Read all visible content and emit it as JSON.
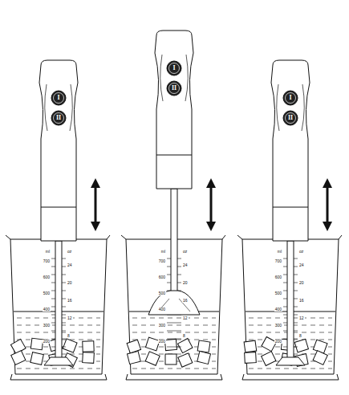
{
  "diagram": {
    "labels": [
      "I",
      "II",
      "ml",
      "oz",
      "700",
      "600",
      "500",
      "400",
      "300",
      "200",
      "24",
      "20",
      "16",
      "12",
      "8",
      "I",
      "II",
      "ml",
      "oz",
      "700",
      "600",
      "500",
      "400",
      "300",
      "200",
      "24",
      "20",
      "16",
      "12",
      "8",
      "I",
      "II",
      "ml",
      "oz",
      "700",
      "600",
      "500",
      "400",
      "300",
      "200",
      "24",
      "20",
      "16",
      "12",
      "8"
    ]
  }
}
